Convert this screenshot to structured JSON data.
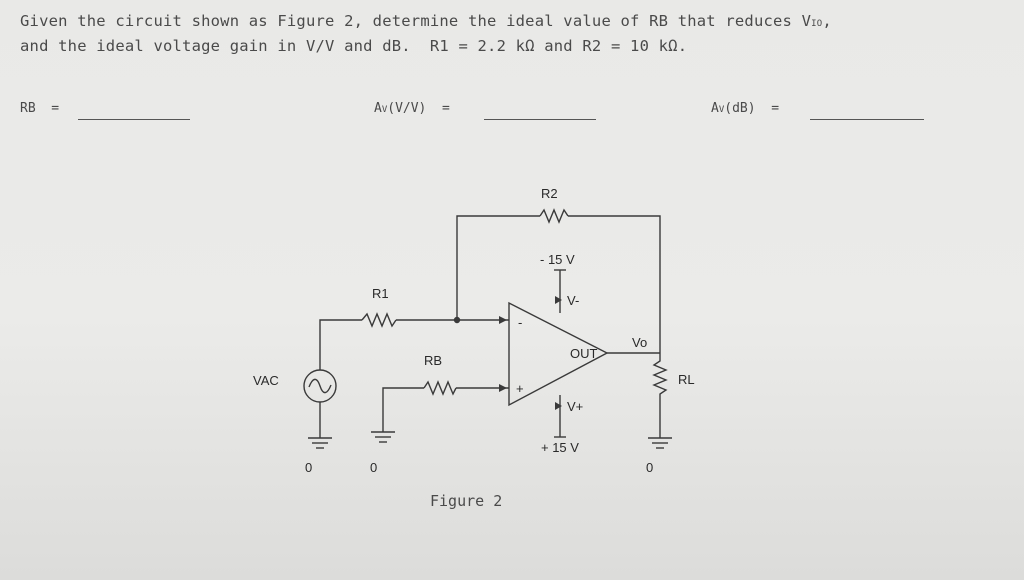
{
  "question": {
    "line1_a": "Given the circuit shown as Figure 2, determine the ideal value of RB that reduces V",
    "line1_sub": "IO",
    "line1_b": ",",
    "line2": "and the ideal voltage gain in V/V and dB.  R1 = 2.2 kΩ and R2 = 10 kΩ."
  },
  "answers": {
    "rb_label": "RB  =",
    "av_vv_prefix": "A",
    "av_vv_sub": "V",
    "av_vv_suffix": "(V/V)  =",
    "av_db_prefix": "A",
    "av_db_sub": "V",
    "av_db_suffix": "(dB)  ="
  },
  "circuit": {
    "r2": "R2",
    "neg_supply": "- 15 V",
    "v_minus": "V-",
    "r1": "R1",
    "minus_sign": "-",
    "out": "OUT",
    "vo": "Vo",
    "rb": "RB",
    "plus_sign": "+",
    "vac": "VAC",
    "rl": "RL",
    "v_plus": "V+",
    "pos_supply": "+ 15 V",
    "gnd_vac": "0",
    "gnd_rb": "0",
    "gnd_rl": "0"
  },
  "caption": "Figure 2"
}
